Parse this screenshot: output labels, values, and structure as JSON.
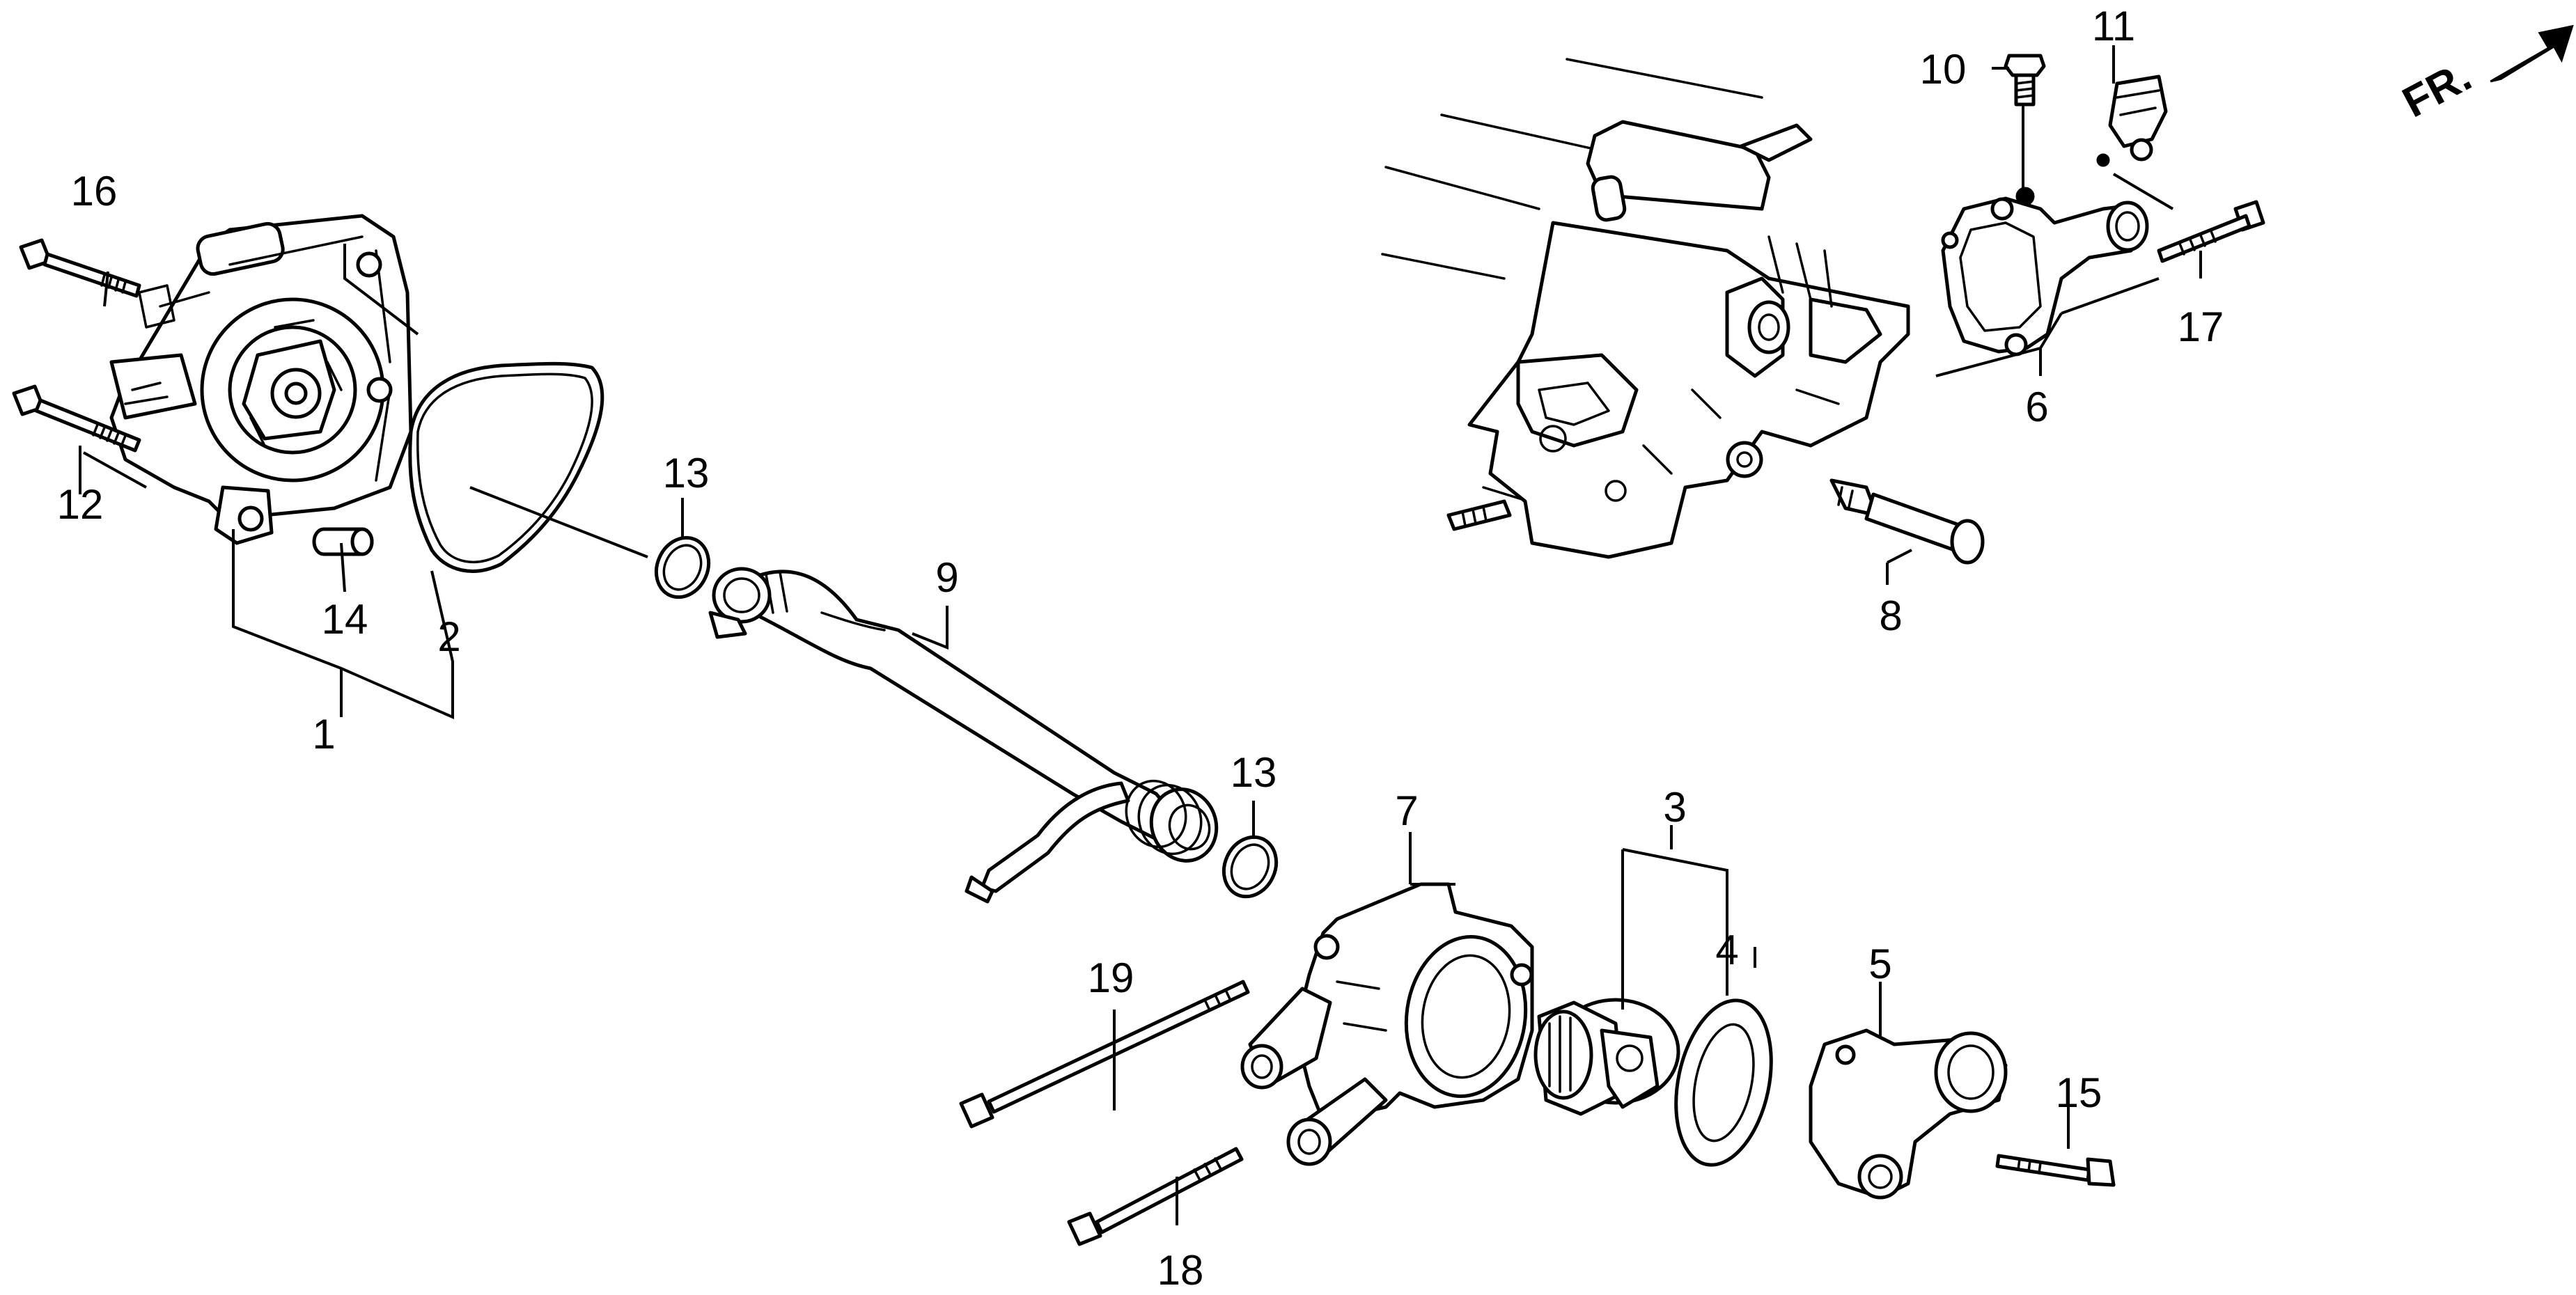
{
  "diagram": {
    "callouts": {
      "c1": "1",
      "c2": "2",
      "c3": "3",
      "c4": "4",
      "c5": "5",
      "c6": "6",
      "c7": "7",
      "c8": "8",
      "c9": "9",
      "c10": "10",
      "c11": "11",
      "c12": "12",
      "c13a": "13",
      "c13b": "13",
      "c14": "14",
      "c15": "15",
      "c16": "16",
      "c17": "17",
      "c18": "18",
      "c19": "19"
    },
    "direction_label": "FR.",
    "direction_icon": "arrow-front-icon"
  }
}
